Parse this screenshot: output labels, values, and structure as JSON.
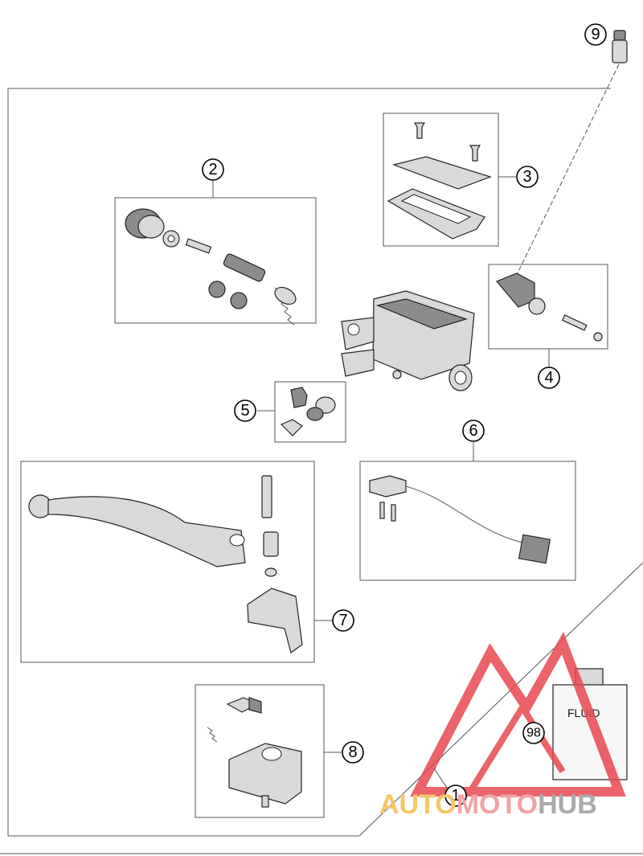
{
  "callouts": [
    {
      "id": "callout-1",
      "label": "1"
    },
    {
      "id": "callout-2",
      "label": "2"
    },
    {
      "id": "callout-3",
      "label": "3"
    },
    {
      "id": "callout-4",
      "label": "4"
    },
    {
      "id": "callout-5",
      "label": "5"
    },
    {
      "id": "callout-6",
      "label": "6"
    },
    {
      "id": "callout-7",
      "label": "7"
    },
    {
      "id": "callout-8",
      "label": "8"
    },
    {
      "id": "callout-9",
      "label": "9"
    },
    {
      "id": "callout-98",
      "label": "98"
    }
  ],
  "fluid_label": "FLUID",
  "watermark": {
    "part1": "AUTO",
    "part2": "MOTO",
    "part3": "HUB",
    "color1": "#f5c66a",
    "color2": "#f2a3a3",
    "color3": "#aaaaaa",
    "logo_color": "#e8494f"
  }
}
